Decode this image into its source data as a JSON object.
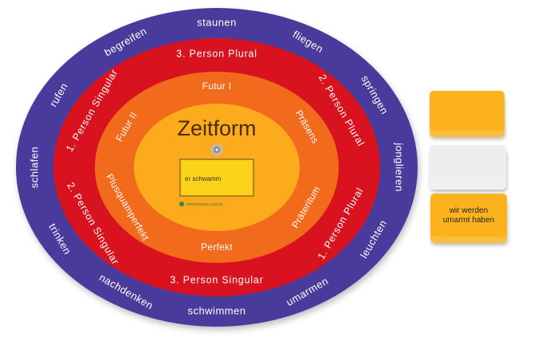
{
  "colors": {
    "verbs_ring": "#4a3a9c",
    "persons_ring": "#d8131f",
    "tenses_ring": "#f26a1b",
    "center": "#fbab1c",
    "card_yellow": "#fbb21c",
    "card_white": "#eeeeee"
  },
  "wheel": {
    "title": "Zeitform",
    "window_text": "er schwamm",
    "brand": "PROFESSOR LOGOS",
    "verbs": [
      "staunen",
      "fliegen",
      "springen",
      "jonglieren",
      "leuchten",
      "umarmen",
      "schwimmen",
      "nachdenken",
      "trinken",
      "schlafen",
      "rufen",
      "begreifen"
    ],
    "persons": [
      "3. Person Plural",
      "2. Person Plural",
      "1. Person Plural",
      "3. Person Singular",
      "2. Person Singular",
      "1. Person Singular"
    ],
    "tenses": [
      "Futur I",
      "Präsens",
      "Präteritum",
      "Perfekt",
      "Plusquamperfekt",
      "Futur II"
    ]
  },
  "cards": [
    {
      "color": "#fbb21c",
      "text": ""
    },
    {
      "color": "#eeeeee",
      "text": ""
    },
    {
      "color": "#fbb21c",
      "text": "wir werden umarmt haben"
    }
  ]
}
